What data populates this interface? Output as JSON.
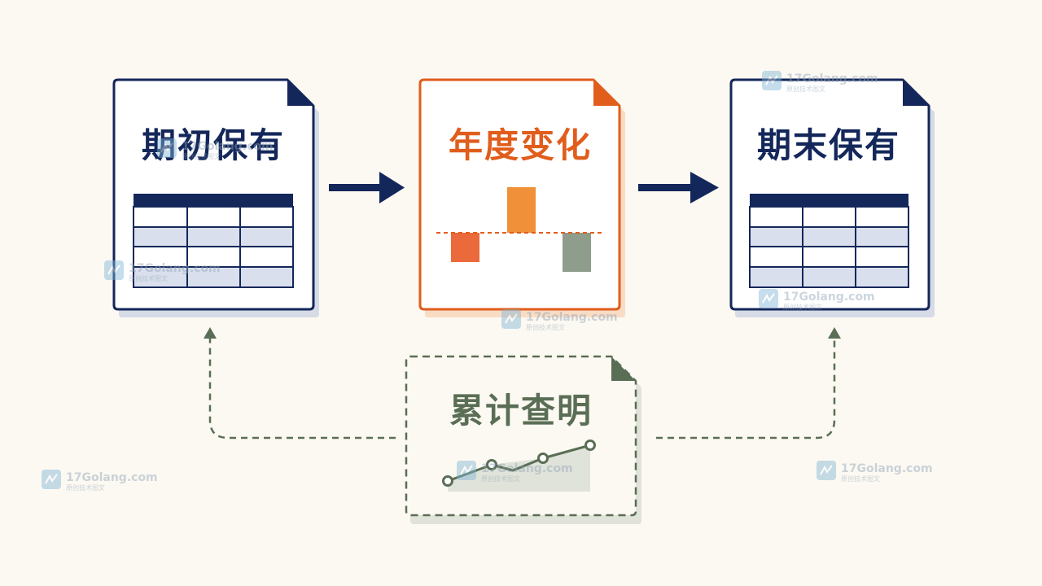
{
  "colors": {
    "background": "#fcf9f2",
    "navy": "#14275a",
    "orange": "#e05d1c",
    "orange_light": "#f0913a",
    "red_orange": "#ea6a3b",
    "sage": "#8f9d8c",
    "green": "#5a6e55",
    "table_fill": "#d9dfec",
    "shadow_navy": "#d6dbe6",
    "shadow_orange": "#f8dcc4",
    "shadow_green": "#e0e3d9"
  },
  "cards": {
    "opening": {
      "title": "期初保有"
    },
    "change": {
      "title": "年度变化"
    },
    "closing": {
      "title": "期末保有"
    },
    "ledger": {
      "title": "累计查明"
    }
  },
  "watermark": {
    "text": "17Golang.com",
    "subtext": "原创技术图文"
  },
  "icons": [
    "right-arrow-icon",
    "up-arrow-icon",
    "table-icon",
    "bar-chart-icon",
    "line-chart-icon",
    "watermark-logo-icon"
  ]
}
